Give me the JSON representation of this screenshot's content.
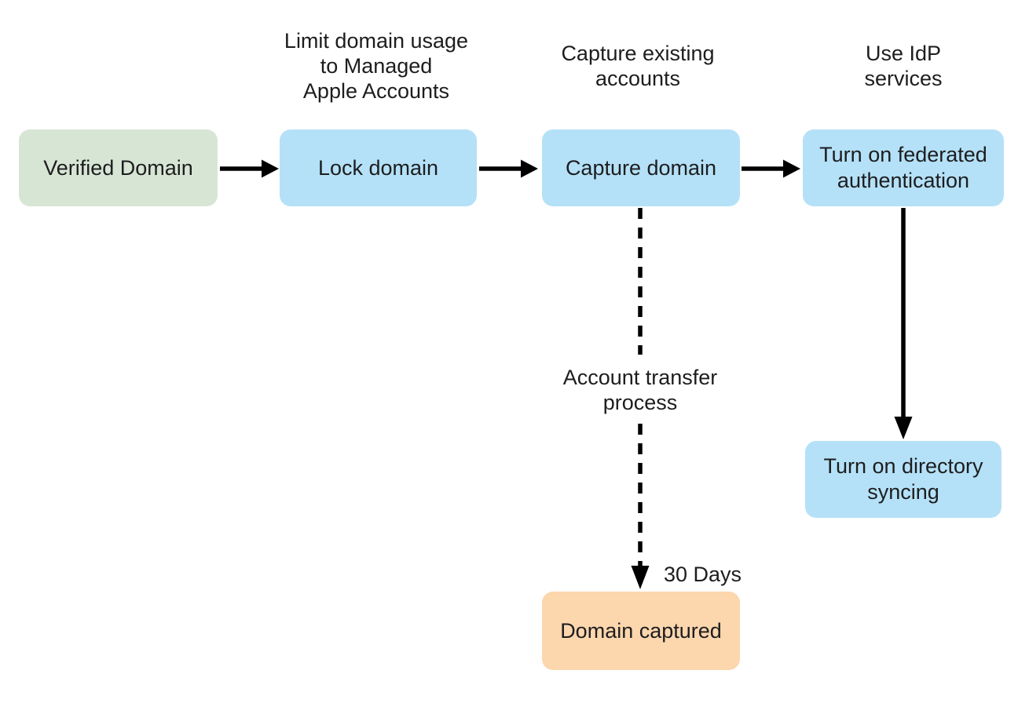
{
  "colors": {
    "background": "#ffffff",
    "text": "#1d1d1f",
    "arrow": "#000000",
    "node_green": "#d7e6d4",
    "node_blue": "#b4e1f7",
    "node_orange": "#fcd6ad"
  },
  "nodes": {
    "verified_domain": {
      "label": "Verified Domain",
      "fill": "node_green"
    },
    "lock_domain": {
      "label": "Lock domain",
      "fill": "node_blue"
    },
    "capture_domain": {
      "label": "Capture domain",
      "fill": "node_blue"
    },
    "federated_auth": {
      "lines": [
        "Turn on federated",
        "authentication"
      ],
      "fill": "node_blue"
    },
    "directory_syncing": {
      "lines": [
        "Turn on directory",
        "syncing"
      ],
      "fill": "node_blue"
    },
    "domain_captured": {
      "label": "Domain captured",
      "fill": "node_orange"
    }
  },
  "annotations": {
    "limit_domain_usage": {
      "lines": [
        "Limit domain usage",
        "to Managed",
        "Apple Accounts"
      ]
    },
    "capture_existing": {
      "lines": [
        "Capture existing",
        "accounts"
      ]
    },
    "use_idp": {
      "lines": [
        "Use IdP",
        "services"
      ]
    },
    "account_transfer": {
      "lines": [
        "Account transfer",
        "process"
      ]
    },
    "thirty_days": {
      "label": "30 Days"
    }
  },
  "edges": [
    {
      "from": "verified_domain",
      "to": "lock_domain",
      "style": "solid"
    },
    {
      "from": "lock_domain",
      "to": "capture_domain",
      "style": "solid"
    },
    {
      "from": "capture_domain",
      "to": "federated_auth",
      "style": "solid"
    },
    {
      "from": "federated_auth",
      "to": "directory_syncing",
      "style": "solid"
    },
    {
      "from": "capture_domain",
      "to": "domain_captured",
      "style": "dashed"
    }
  ]
}
